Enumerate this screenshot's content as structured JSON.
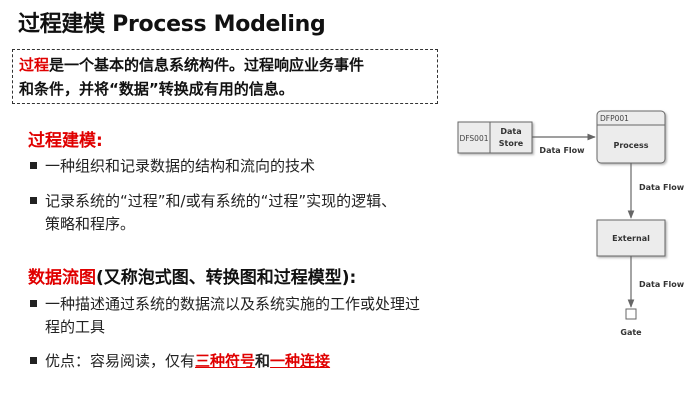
{
  "title": "过程建模 Process Modeling",
  "definition": {
    "term": "过程",
    "line1_rest": "是一个基本的信息系统构件。过程响应业务事件",
    "line2": "和条件，并将“数据”转换成有用的信息。"
  },
  "process_modeling": {
    "heading": "过程建模:",
    "bullets": [
      "一种组织和记录数据的结构和流向的技术",
      "记录系统的“过程”和/或有系统的“过程”实现的逻辑、",
      "策略和程序。"
    ]
  },
  "dfd": {
    "heading_red": "数据流图",
    "heading_rest": "(又称泡式图、转换图和过程模型):",
    "bullet1_line1": "一种描述通过系统的数据流以及系统实施的工作或处理过",
    "bullet1_line2": "程的工具",
    "bullet2_prefix": "优点：容易阅读，仅有",
    "bullet2_emph1": "三种符号",
    "bullet2_mid": "和",
    "bullet2_emph2": "一种连接"
  },
  "diagram": {
    "store_id": "DFS001",
    "store_name_line1": "Data",
    "store_name_line2": "Store",
    "process_id": "DFP001",
    "process_name": "Process",
    "external_name": "External",
    "gate_name": "Gate",
    "flow1": "Data Flow",
    "flow2": "Data Flow",
    "flow3": "Data Flow"
  }
}
